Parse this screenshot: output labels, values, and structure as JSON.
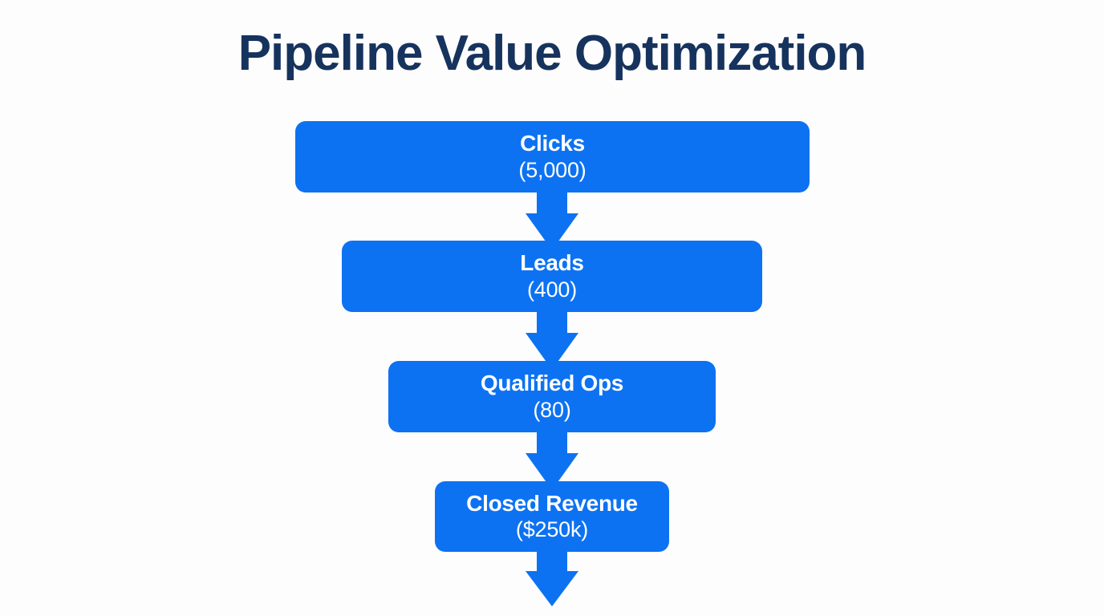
{
  "title": "Pipeline Value Optimization",
  "colors": {
    "background": "#fdfdfd",
    "title": "#16335d",
    "stage_fill": "#0d72f2",
    "stage_text": "#ffffff",
    "arrow": "#0d72f2"
  },
  "funnel": {
    "type": "funnel",
    "stages": [
      {
        "label": "Clicks",
        "value": "(5,000)"
      },
      {
        "label": "Leads",
        "value": "(400)"
      },
      {
        "label": "Qualified Ops",
        "value": "(80)"
      },
      {
        "label": "Closed Revenue",
        "value": "($250k)"
      }
    ]
  },
  "chart_data": {
    "type": "funnel",
    "title": "Pipeline Value Optimization",
    "categories": [
      "Clicks",
      "Leads",
      "Qualified Ops",
      "Closed Revenue"
    ],
    "value_labels": [
      "(5,000)",
      "(400)",
      "(80)",
      "($250k)"
    ],
    "values": [
      5000,
      400,
      80,
      250000
    ],
    "value_units": [
      "count",
      "count",
      "count",
      "USD"
    ],
    "orientation": "vertical",
    "connectors": "down-arrow",
    "legend": "none",
    "grid": false
  }
}
